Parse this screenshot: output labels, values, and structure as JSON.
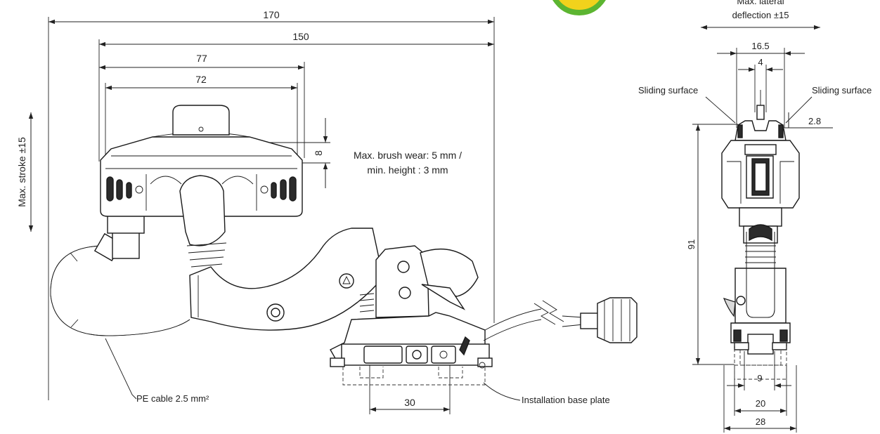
{
  "dimensions": {
    "overall_width": "170",
    "body_width": "150",
    "head_outer": "77",
    "head_inner": "72",
    "brush_height": "8",
    "base_span": "30",
    "side_top_outer": "16.5",
    "side_top_inner": "4",
    "side_slide_offset": "2.8",
    "side_height": "91",
    "side_base_1": "9",
    "side_base_2": "20",
    "side_base_3": "28"
  },
  "labels": {
    "stroke": "Max. stroke ±15",
    "brush_wear_line1": "Max. brush wear: 5 mm /",
    "brush_wear_line2": "min. height : 3 mm",
    "pe_cable": "PE cable 2.5 mm²",
    "base_plate": "Installation base plate",
    "lateral_line1": "Max. lateral",
    "lateral_line2": "deflection ±15",
    "sliding_left": "Sliding surface",
    "sliding_right": "Sliding surface"
  },
  "colors": {
    "line": "#222222",
    "badge_green": "#5cb531",
    "badge_yellow": "#f2d21c"
  }
}
